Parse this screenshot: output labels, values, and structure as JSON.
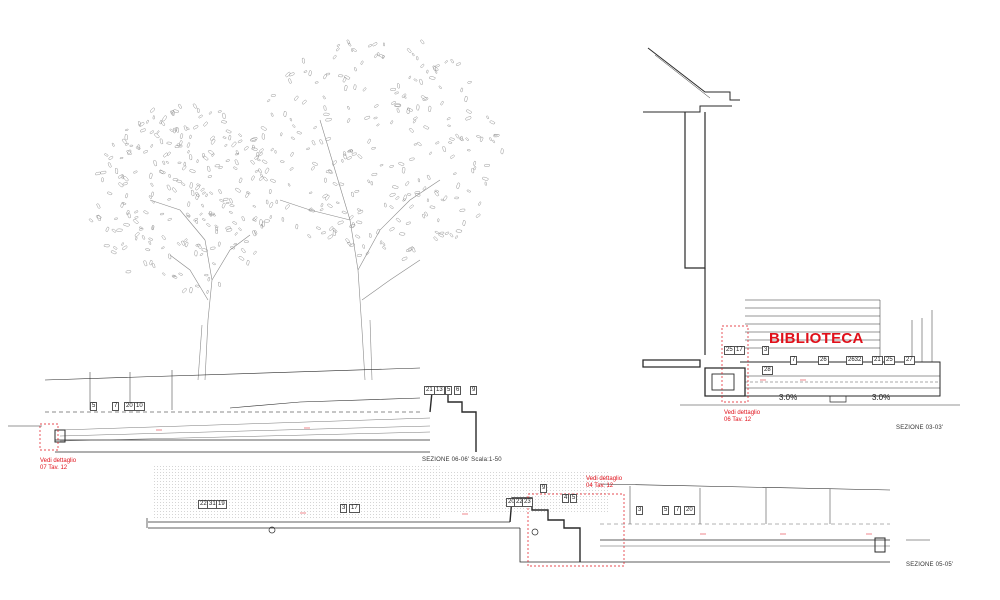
{
  "drawing": {
    "building_label": "BIBLIOTECA",
    "section_captions": [
      {
        "id": "s0606",
        "text": "SEZIONE 06-06'  Scala:1-50"
      },
      {
        "id": "s0303",
        "text": "SEZIONE 03-03'"
      },
      {
        "id": "s0505",
        "text": "SEZIONE 05-05'"
      }
    ],
    "detail_refs": [
      {
        "id": "ref1",
        "text": "Vedi dettaglio",
        "ref": "07    Tav. 12"
      },
      {
        "id": "ref2",
        "text": "Vedi dettaglio",
        "ref": "06    Tav. 12"
      },
      {
        "id": "ref3",
        "text": "Vedi dettaglio",
        "ref": "04    Tav. 12"
      }
    ],
    "slopes": [
      "3.0%",
      "3.0%"
    ],
    "number_tags_top": [
      "5",
      "7",
      "20",
      "10",
      "21",
      "13",
      "5",
      "6",
      "9"
    ],
    "number_tags_right": [
      "25",
      "17",
      "3",
      "7",
      "26",
      "2632",
      "21",
      "25",
      "27",
      "28"
    ],
    "number_tags_bottom": [
      "22",
      "31",
      "19",
      "3",
      "17",
      "20",
      "22",
      "23",
      "9",
      "4",
      "5",
      "3",
      "5",
      "7",
      "20"
    ],
    "colors": {
      "line": "#2a2a2a",
      "light": "#9a9a9a",
      "red": "#e0101a",
      "ink": "#222222"
    }
  }
}
